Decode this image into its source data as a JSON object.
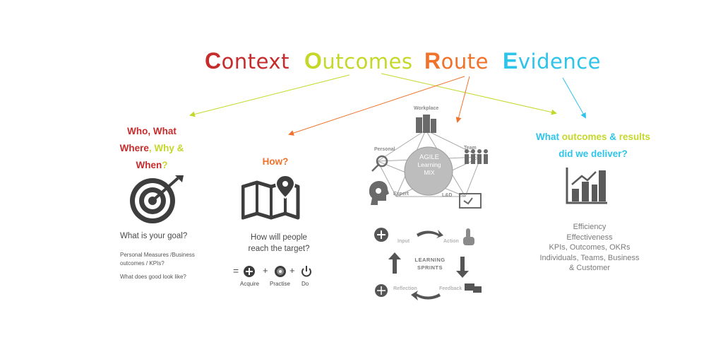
{
  "title": {
    "context": {
      "first": "C",
      "rest": "ontext",
      "color": "#c62c2c"
    },
    "outcomes": {
      "first": "O",
      "rest": "utcomes",
      "color": "#c5d82a"
    },
    "route": {
      "first": "R",
      "rest": "oute",
      "color": "#f0722b"
    },
    "evidence": {
      "first": "E",
      "rest": "vidence",
      "color": "#2ec4ea"
    }
  },
  "context_panel": {
    "q_line1": "Who, What",
    "q_where": "Where",
    "q_comma": ", ",
    "q_why": "Why &",
    "q_when": "When",
    "q_mark": "?",
    "goal": "What is your goal?",
    "detail1": "Personal Measures /Business",
    "detail2": "outcomes /  KPIs?",
    "detail3": "What does good look like?",
    "icon": "target-icon"
  },
  "route_panel": {
    "how": "How?",
    "reach1": "How will people",
    "reach2": "reach the target?",
    "eq": "=",
    "plus1": "+",
    "plus2": "+",
    "acquire": "Acquire",
    "practise": "Practise",
    "do": "Do",
    "icon": "map-pin-icon"
  },
  "agile_panel": {
    "workplace": "Workplace",
    "personal": "Personal",
    "team": "Team",
    "expert": "Expert",
    "lnd": "L&D",
    "center1": "AGILE",
    "center2": "Learning",
    "center3": "MIX",
    "input": "Input",
    "action": "Action",
    "feedback": "Feedback",
    "reflection": "Reflection",
    "sprints1": "LEARNING",
    "sprints2": "SPRINTS"
  },
  "evidence_panel": {
    "what": "What ",
    "outcomes": "outcomes",
    "amp": " & ",
    "results": "results",
    "did": "did we deliver?",
    "e1": "Efficiency",
    "e2": "Effectiveness",
    "e3": "KPIs, Outcomes, OKRs",
    "e4": "Individuals, Teams, Business",
    "e5": "& Customer",
    "icon": "bar-chart-icon"
  }
}
